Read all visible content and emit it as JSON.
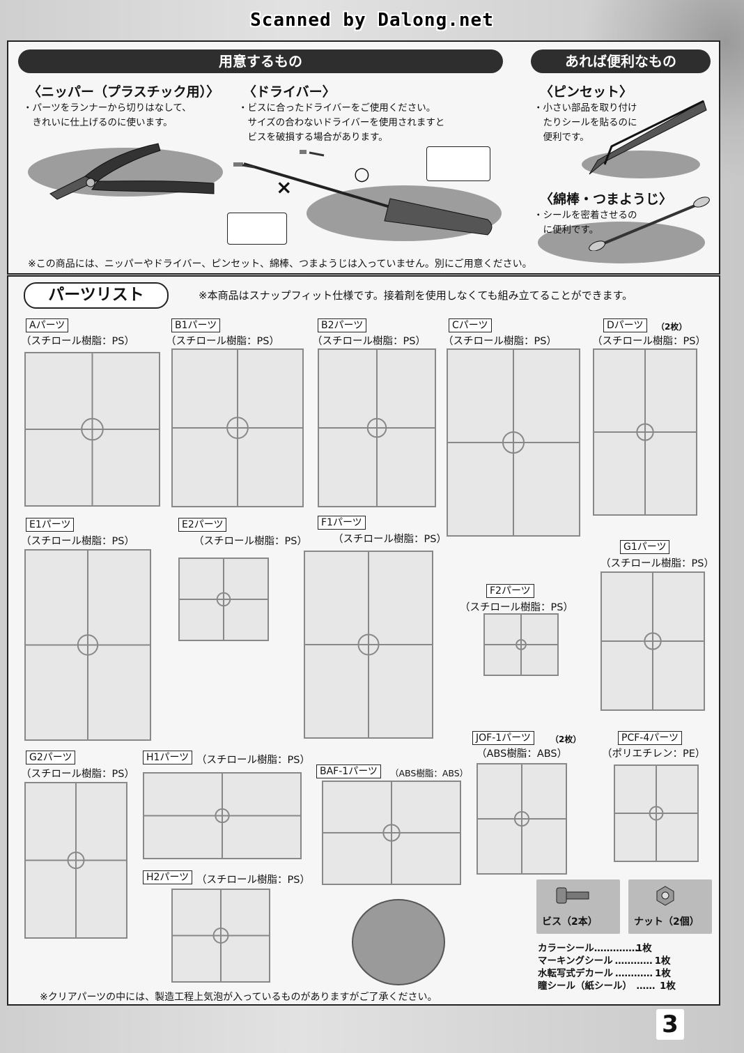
{
  "watermark": "Scanned by Dalong.net",
  "tools": {
    "header_left": "用意するもの",
    "header_right": "あれば便利なもの",
    "nipper": {
      "title": "〈ニッパー（プラスチック用）〉",
      "desc": [
        "・パーツをランナーから切りはなして、",
        "　きれいに仕上げるのに使います。"
      ]
    },
    "driver": {
      "title": "〈ドライバー〉",
      "desc": [
        "・ビスに合ったドライバーをご使用ください。",
        "　サイズの合わないドライバーを使用されますと",
        "　ビスを破損する場合があります。"
      ]
    },
    "tweezers": {
      "title": "〈ピンセット〉",
      "desc": [
        "・小さい部品を取り付け",
        "　たりシールを貼るのに",
        "　便利です。"
      ]
    },
    "swab": {
      "title": "〈綿棒・つまようじ〉",
      "desc": [
        "・シールを密着させるの",
        "　に便利です。"
      ]
    },
    "bottom_note": "※この商品には、ニッパーやドライバー、ピンセット、綿棒、つまようじは入っていません。別にご用意ください。",
    "mark_ok": "○",
    "mark_ng": "×"
  },
  "parts_list": {
    "title": "パーツリスト",
    "note": "※本商品はスナップフィット仕様です。接着剤を使用しなくても組み立てることができます。",
    "runners": [
      {
        "name": "Aパーツ",
        "material": "（スチロール樹脂：PS）",
        "extra": ""
      },
      {
        "name": "B1パーツ",
        "material": "（スチロール樹脂：PS）",
        "extra": ""
      },
      {
        "name": "B2パーツ",
        "material": "（スチロール樹脂：PS）",
        "extra": ""
      },
      {
        "name": "Cパーツ",
        "material": "（スチロール樹脂：PS）",
        "extra": ""
      },
      {
        "name": "Dパーツ",
        "material": "（スチロール樹脂：PS）",
        "extra": "（2枚）"
      },
      {
        "name": "E1パーツ",
        "material": "（スチロール樹脂：PS）",
        "extra": ""
      },
      {
        "name": "E2パーツ",
        "material": "（スチロール樹脂：PS）",
        "extra": ""
      },
      {
        "name": "F1パーツ",
        "material": "（スチロール樹脂：PS）",
        "extra": ""
      },
      {
        "name": "F2パーツ",
        "material": "（スチロール樹脂：PS）",
        "extra": ""
      },
      {
        "name": "G1パーツ",
        "material": "（スチロール樹脂：PS）",
        "extra": ""
      },
      {
        "name": "G2パーツ",
        "material": "（スチロール樹脂：PS）",
        "extra": ""
      },
      {
        "name": "H1パーツ",
        "material": "（スチロール樹脂：PS）",
        "extra": ""
      },
      {
        "name": "H2パーツ",
        "material": "（スチロール樹脂：PS）",
        "extra": ""
      },
      {
        "name": "BAF-1パーツ",
        "material": "（ABS樹脂：ABS）",
        "extra": ""
      },
      {
        "name": "JOF-1パーツ",
        "material": "（ABS樹脂：ABS）",
        "extra": "（2枚）"
      },
      {
        "name": "PCF-4パーツ",
        "material": "（ポリエチレン：PE）",
        "extra": ""
      }
    ],
    "accessories": [
      {
        "label": "ビス（2本）",
        "icon": "screw-icon"
      },
      {
        "label": "ナット（2個）",
        "icon": "nut-icon"
      }
    ],
    "stickers": [
      {
        "name": "カラーシール",
        "qty": "1枚"
      },
      {
        "name": "マーキングシール",
        "qty": "1枚"
      },
      {
        "name": "水転写式デカール",
        "qty": "1枚"
      },
      {
        "name": "瞳シール（紙シール）",
        "qty": "1枚"
      }
    ],
    "footer": "※クリアパーツの中には、製造工程上気泡が入っているものがありますがご了承ください。"
  },
  "page_number": "3"
}
